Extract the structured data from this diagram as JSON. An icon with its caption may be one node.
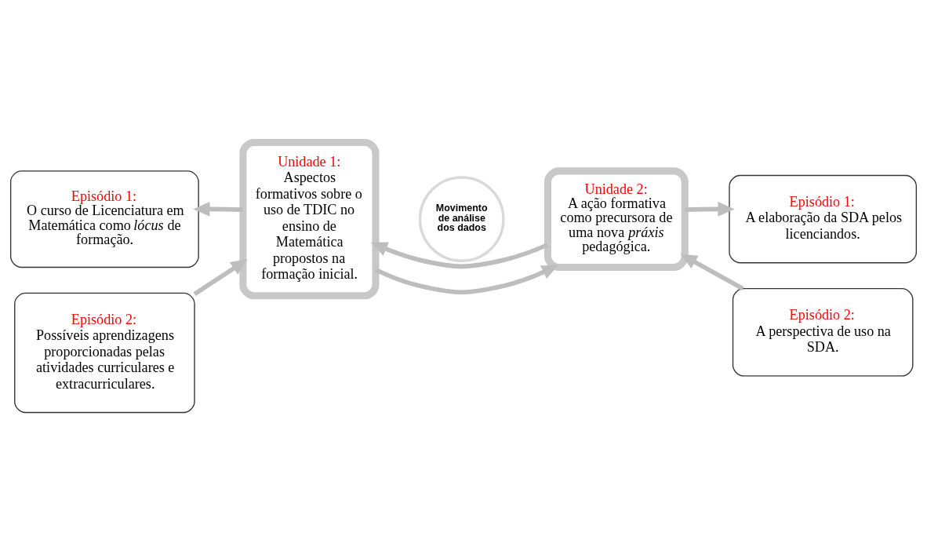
{
  "diagram": {
    "nodes": [
      {
        "text": [
          "Episódio 1:",
          "O curso de Licenciatura em Matemática como *lócus* de formação."
        ]
      },
      {
        "text": [
          "Episódio 2:",
          "Possíveis aprendizagens proporcionadas pelas atividades curriculares e extracurriculares."
        ]
      },
      {
        "text": [
          "Unidade 1:",
          "Aspectos formativos sobre o uso de TDIC no ensino de Matemática propostos na formação inicial."
        ]
      },
      {
        "text": [
          "Movimento de análise dos dados"
        ]
      },
      {
        "text": [
          "Unidade 2:",
          "A ação formativa como precursora de uma nova *práxis* pedagógica."
        ]
      },
      {
        "text": [
          "Episódio 1:",
          "A elaboração da SDA pelos licenciandos."
        ]
      },
      {
        "text": [
          "Episódio 2:",
          "A perspectiva de uso na SDA."
        ]
      }
    ],
    "edges": [
      {
        "from": 2,
        "to": 0,
        "arrow": "to"
      },
      {
        "from": 1,
        "to": 2,
        "arrow": "to"
      },
      {
        "from": 2,
        "to": 4,
        "arrow": "to"
      },
      {
        "from": 4,
        "to": 2,
        "arrow": "to"
      },
      {
        "from": 4,
        "to": 5,
        "arrow": "to"
      },
      {
        "from": 6,
        "to": 4,
        "arrow": "to"
      }
    ]
  }
}
